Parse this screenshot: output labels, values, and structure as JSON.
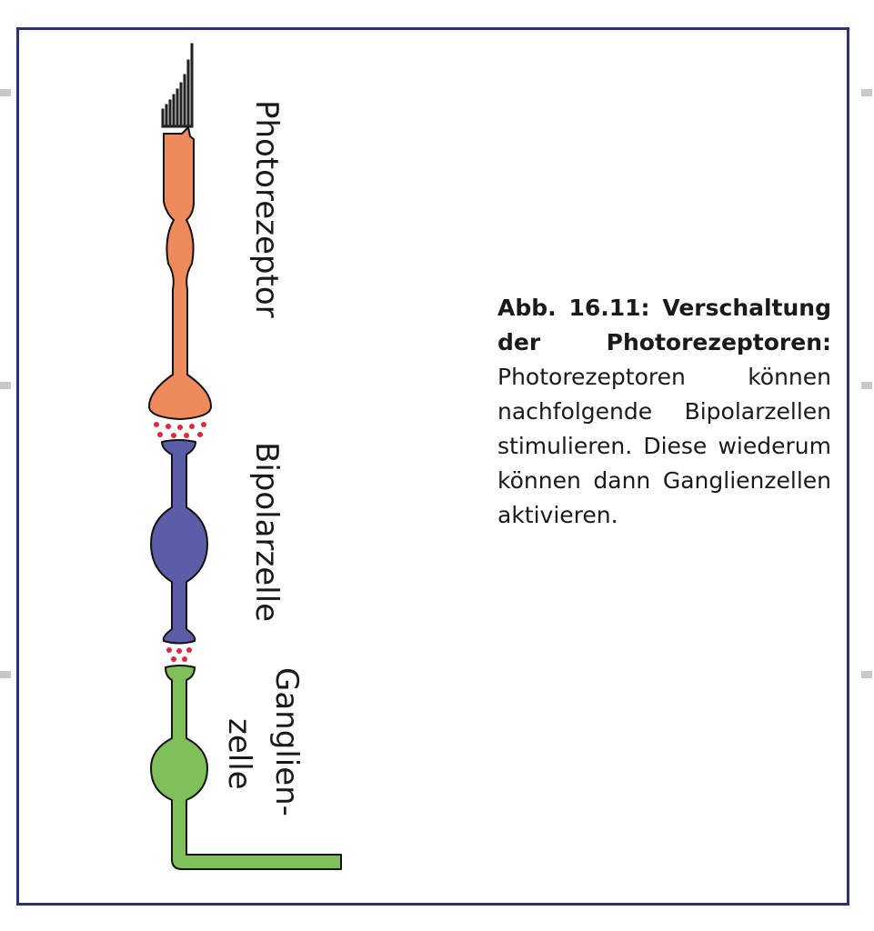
{
  "diagram": {
    "labels": {
      "photoreceptor": "Photorezeptor",
      "bipolar": "Bipolarzelle",
      "ganglion_line1": "Ganglien-",
      "ganglion_line2": "zelle"
    },
    "colors": {
      "photoreceptor": "#ef8a5c",
      "bipolar": "#5b5ea6",
      "ganglion": "#7fc05a",
      "synapse": "#e0283c",
      "frame": "#2d3277"
    }
  },
  "caption": {
    "title": "Abb. 16.11: Verschal­tung der Photore­zeptoren:",
    "body": "Photo­rezeptoren können nachfolgende Bipolar­zellen stimulieren. Die­se wiederum können dann Ganglienzellen aktivieren."
  }
}
